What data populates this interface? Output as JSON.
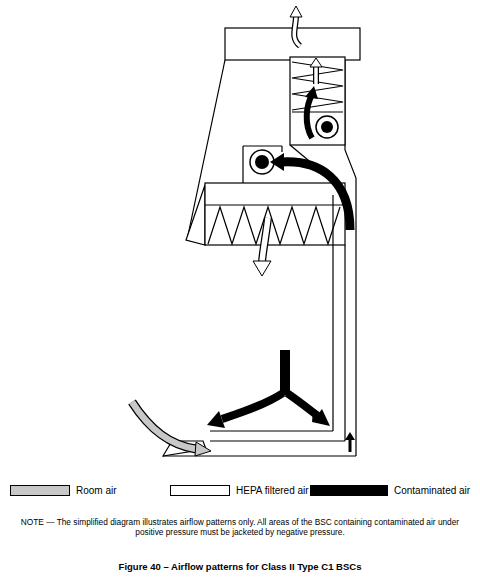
{
  "diagram": {
    "caption": "Figure 40 – Airflow patterns for Class II Type C1 BSCs",
    "labels": [
      "NOTE — The simplified diagram illustrates airflow patterns only. All areas of the BSC containing contaminated air under positive pressure must be jacketed by negative pressure."
    ],
    "legend": [
      {
        "text": "Room air",
        "color": "#c8c8c8"
      },
      {
        "text": "HEPA filtered air",
        "color": "#ffffff"
      },
      {
        "text": "Contaminated air",
        "color": "#000000"
      }
    ]
  }
}
